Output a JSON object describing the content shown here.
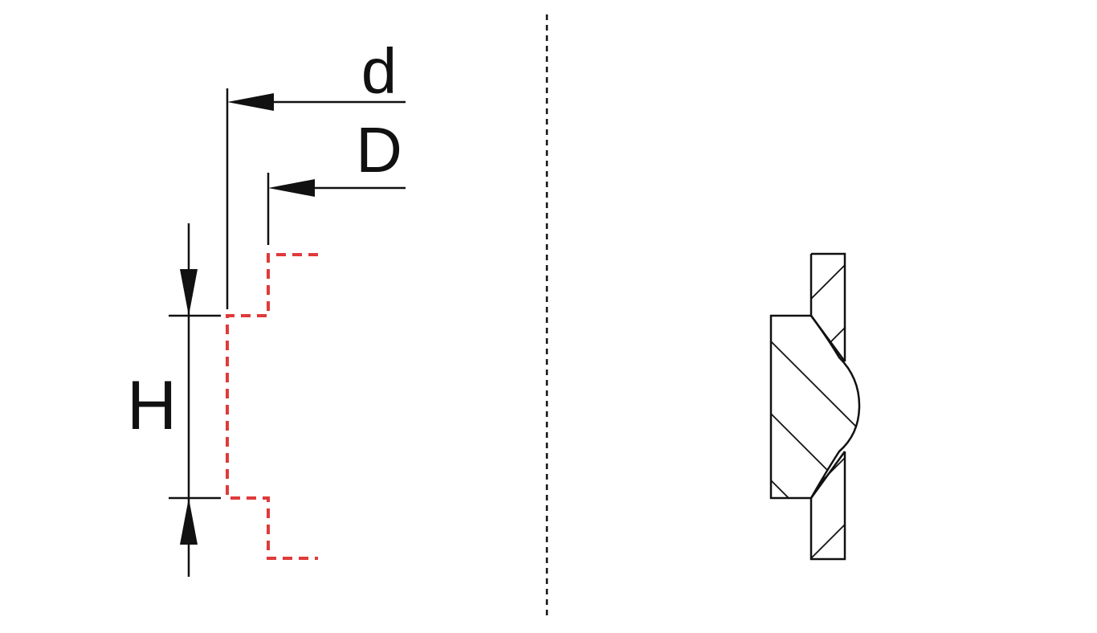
{
  "labels": {
    "d": "d",
    "D": "D",
    "H": "H"
  },
  "colors": {
    "line": "#111111",
    "profile_dashed": "#e03a3a",
    "background": "#ffffff"
  }
}
